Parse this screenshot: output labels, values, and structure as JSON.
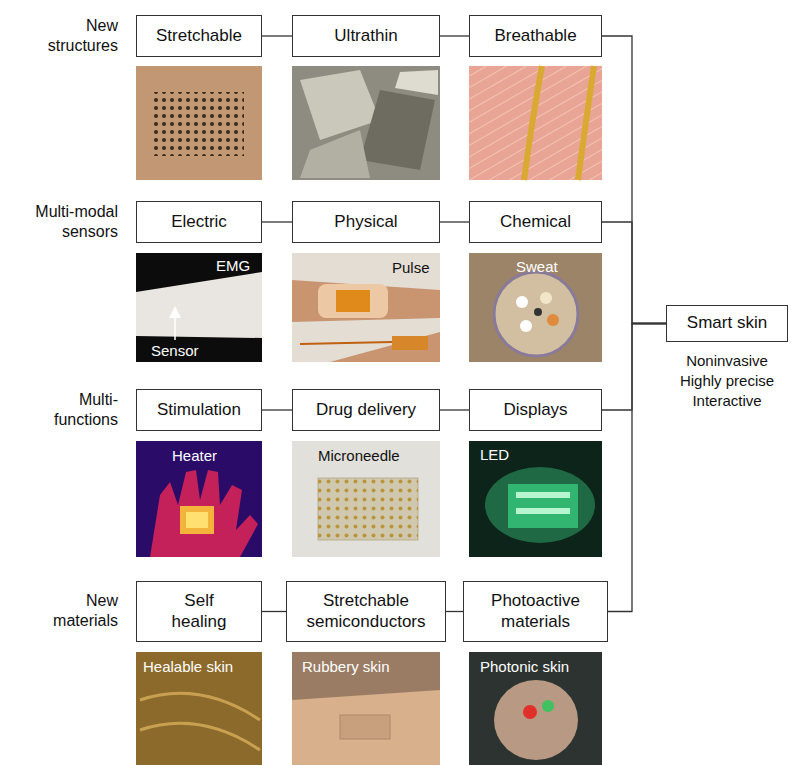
{
  "diagram": {
    "nodes": [
      {
        "text": [
          "Stretchable"
        ]
      },
      {
        "text": [
          "Ultrathin"
        ]
      },
      {
        "text": [
          "Breathable"
        ]
      },
      {
        "text": [
          "Electric"
        ]
      },
      {
        "text": [
          "Physical"
        ]
      },
      {
        "text": [
          "Chemical"
        ]
      },
      {
        "text": [
          "Stimulation"
        ]
      },
      {
        "text": [
          "Drug delivery"
        ]
      },
      {
        "text": [
          "Displays"
        ]
      },
      {
        "text": [
          "Self healing"
        ]
      },
      {
        "text": [
          "Stretchable semiconductors"
        ]
      },
      {
        "text": [
          "Photoactive materials"
        ]
      },
      {
        "text": [
          "Smart skin"
        ]
      }
    ],
    "edges": [
      {
        "from": 0,
        "to": 1,
        "arrow": "none"
      },
      {
        "from": 1,
        "to": 2,
        "arrow": "none"
      },
      {
        "from": 3,
        "to": 4,
        "arrow": "none"
      },
      {
        "from": 4,
        "to": 5,
        "arrow": "none"
      },
      {
        "from": 6,
        "to": 7,
        "arrow": "none"
      },
      {
        "from": 7,
        "to": 8,
        "arrow": "none"
      },
      {
        "from": 9,
        "to": 10,
        "arrow": "none"
      },
      {
        "from": 10,
        "to": 11,
        "arrow": "none"
      },
      {
        "from": 2,
        "to": 12,
        "arrow": "none"
      },
      {
        "from": 5,
        "to": 12,
        "arrow": "none"
      },
      {
        "from": 8,
        "to": 12,
        "arrow": "none"
      },
      {
        "from": 11,
        "to": 12,
        "arrow": "none"
      }
    ],
    "labels": [
      "New structures",
      "Multi-modal sensors",
      "EMG",
      "Sensor",
      "Pulse",
      "Sweat",
      "Multi-functions",
      "Heater",
      "Microneedle",
      "LED",
      "New materials",
      "Healable skin",
      "Rubbery skin",
      "Photonic skin",
      "Noninvasive",
      "Highly precise",
      "Interactive"
    ]
  }
}
